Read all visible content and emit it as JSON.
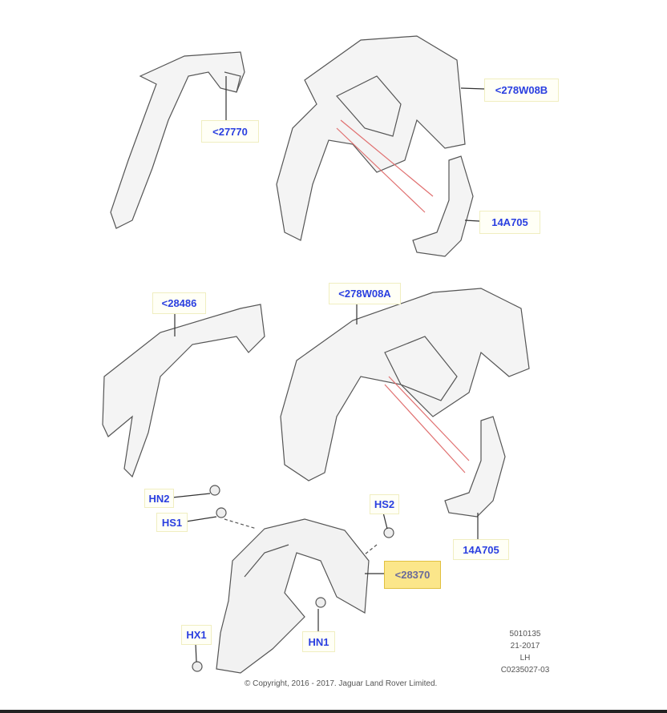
{
  "callouts": [
    {
      "id": "27770",
      "text": "<27770",
      "selected": false
    },
    {
      "id": "278W08B",
      "text": "<278W08B",
      "selected": false
    },
    {
      "id": "14A705-top",
      "text": "14A705",
      "selected": false
    },
    {
      "id": "28486",
      "text": "<28486",
      "selected": false
    },
    {
      "id": "278W08A",
      "text": "<278W08A",
      "selected": false
    },
    {
      "id": "HN2",
      "text": "HN2",
      "selected": false
    },
    {
      "id": "HS1",
      "text": "HS1",
      "selected": false
    },
    {
      "id": "HS2",
      "text": "HS2",
      "selected": false
    },
    {
      "id": "28370",
      "text": "<28370",
      "selected": true
    },
    {
      "id": "14A705-bottom",
      "text": "14A705",
      "selected": false
    },
    {
      "id": "HX1",
      "text": "HX1",
      "selected": false
    },
    {
      "id": "HN1",
      "text": "HN1",
      "selected": false
    }
  ],
  "meta": {
    "line1": "5010135",
    "line2": "21-2017",
    "line3": "LH",
    "line4": "C0235027-03"
  },
  "copyright": "© Copyright, 2016 - 2017. Jaguar Land Rover Limited.",
  "colors": {
    "label_text": "#2a3fe0",
    "selected_bg": "#fbe68a",
    "leader_red": "#e07070"
  }
}
